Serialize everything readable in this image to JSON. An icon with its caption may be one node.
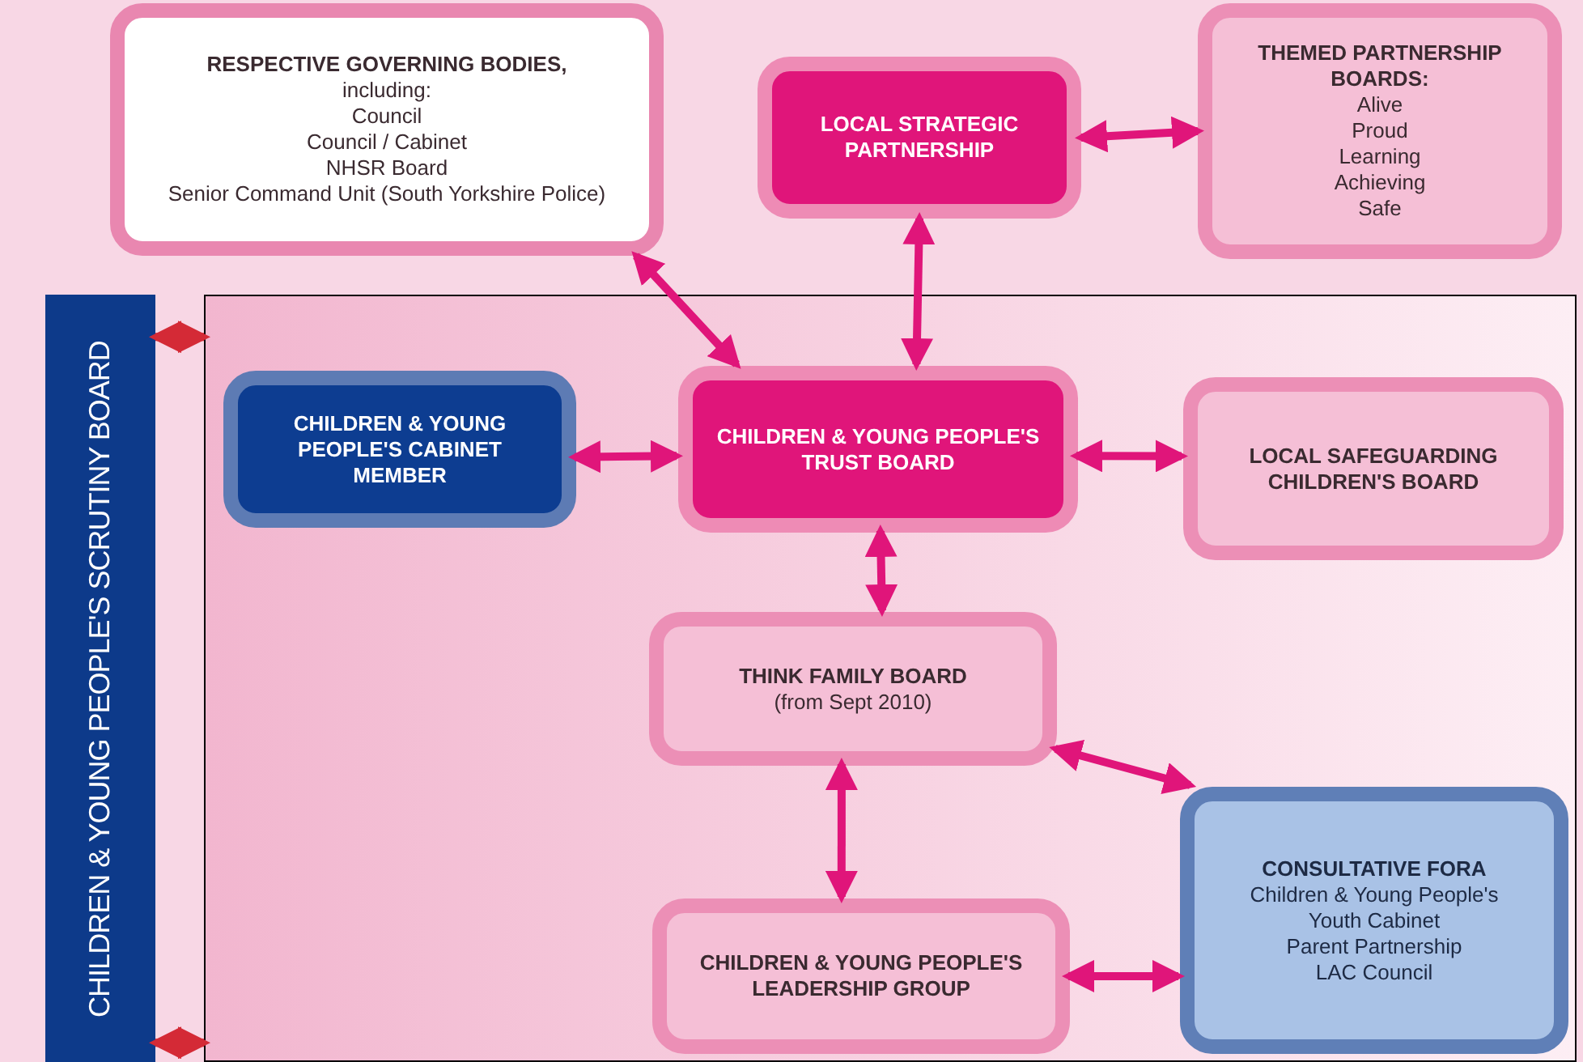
{
  "diagram": {
    "nodes": [
      {
        "text": [
          "RESPECTIVE GOVERNING BODIES,",
          "including:",
          "Council",
          "Council / Cabinet",
          "NHSR Board",
          "Senior Command Unit (South Yorkshire Police)"
        ]
      },
      {
        "text": [
          "LOCAL STRATEGIC PARTNERSHIP"
        ]
      },
      {
        "text": [
          "THEMED PARTNERSHIP BOARDS:",
          "Alive",
          "Proud",
          "Learning",
          "Achieving",
          "Safe"
        ]
      },
      {
        "text": [
          "CHILDREN & YOUNG PEOPLE'S SCRUTINY BOARD"
        ]
      },
      {
        "text": [],
        "shape": "box"
      },
      {
        "text": [
          "CHILDREN & YOUNG PEOPLE'S CABINET MEMBER"
        ],
        "in": 4
      },
      {
        "text": [
          "CHILDREN & YOUNG PEOPLE'S TRUST BOARD"
        ],
        "in": 4
      },
      {
        "text": [
          "LOCAL SAFEGUARDING CHILDREN'S BOARD"
        ],
        "in": 4
      },
      {
        "text": [
          "THINK FAMILY BOARD",
          "(from Sept 2010)"
        ],
        "in": 4
      },
      {
        "text": [
          "CHILDREN & YOUNG PEOPLE'S LEADERSHIP GROUP"
        ],
        "in": 4
      },
      {
        "text": [
          "CONSULTATIVE FORA",
          "Children & Young People's",
          "Youth Cabinet",
          "Parent Partnership",
          "LAC Council"
        ],
        "in": 4
      }
    ],
    "edges": [
      {
        "from": 1,
        "to": 2,
        "arrow": "both"
      },
      {
        "from": 0,
        "to": 6,
        "arrow": "both"
      },
      {
        "from": 1,
        "to": 6,
        "arrow": "both"
      },
      {
        "from": 3,
        "to": 4,
        "arrow": "both",
        "color": "#d42a36"
      },
      {
        "from": 3,
        "to": 4,
        "arrow": "both",
        "color": "#d42a36"
      },
      {
        "from": 5,
        "to": 6,
        "arrow": "both"
      },
      {
        "from": 6,
        "to": 7,
        "arrow": "both"
      },
      {
        "from": 6,
        "to": 8,
        "arrow": "both"
      },
      {
        "from": 8,
        "to": 10,
        "arrow": "both"
      },
      {
        "from": 8,
        "to": 9,
        "arrow": "both"
      },
      {
        "from": 9,
        "to": 10,
        "arrow": "both"
      }
    ]
  }
}
